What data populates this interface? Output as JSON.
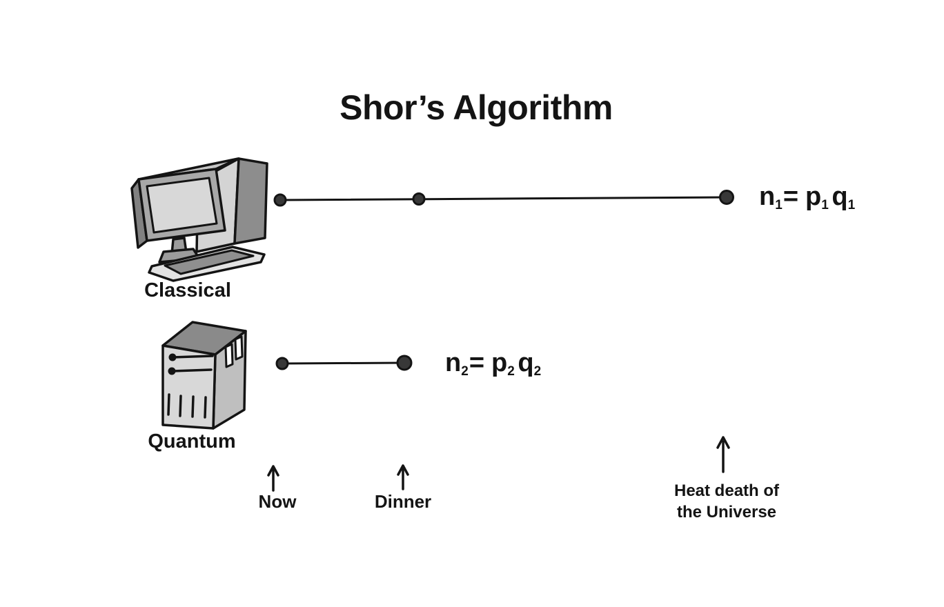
{
  "title": "Shor’s Algorithm",
  "rows": {
    "classical": {
      "label": "Classical",
      "formula": {
        "var": "n",
        "var_sub": "1",
        "equals": "=",
        "p": "p",
        "p_sub": "1",
        "q": "q",
        "q_sub": "1"
      }
    },
    "quantum": {
      "label": "Quantum",
      "formula": {
        "var": "n",
        "var_sub": "2",
        "equals": "=",
        "p": "p",
        "p_sub": "2",
        "q": "q",
        "q_sub": "2"
      }
    }
  },
  "markers": {
    "now": "Now",
    "dinner": "Dinner",
    "heat_death_line1": "Heat death of",
    "heat_death_line2": "the Universe"
  },
  "icons": {
    "classical_computer": "desktop-crt-computer-illustration",
    "quantum_computer": "server-tower-illustration",
    "marker_arrow": "up-arrow"
  },
  "colors": {
    "ink": "#141414",
    "dot_fill": "#383838",
    "gray_light": "#d8d8d8",
    "gray_mid": "#a8a8a8",
    "gray_dark": "#8a8a8a",
    "background": "#ffffff"
  }
}
